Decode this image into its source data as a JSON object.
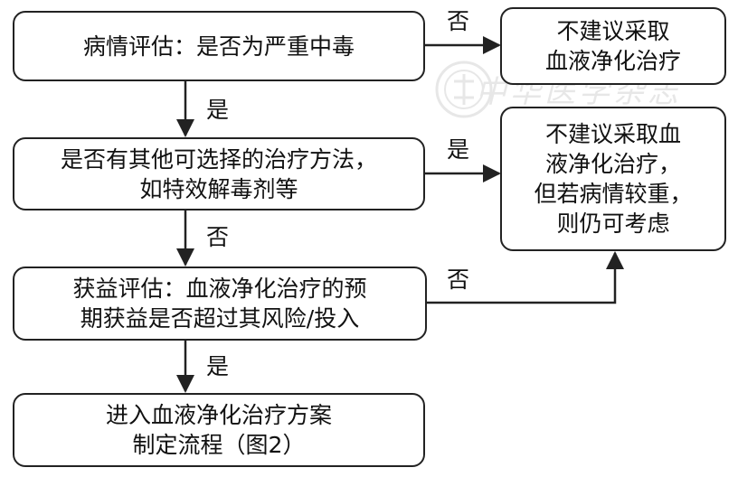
{
  "watermark": {
    "text": "中华医学杂志"
  },
  "nodes": {
    "assess": {
      "lines": [
        "病情评估：是否为严重中毒"
      ]
    },
    "no_blood1": {
      "lines": [
        "不建议采取",
        "血液净化治疗"
      ]
    },
    "alt_treatment": {
      "lines": [
        "是否有其他可选择的治疗方法，",
        "如特效解毒剂等"
      ]
    },
    "no_blood2": {
      "lines": [
        "不建议采取血",
        "液净化治疗，",
        "但若病情较重，",
        "则仍可考虑"
      ]
    },
    "benefit": {
      "lines": [
        "获益评估：血液净化治疗的预",
        "期获益是否超过其风险/投入"
      ]
    },
    "enter": {
      "lines": [
        "进入血液净化治疗方案",
        "制定流程（图2）"
      ]
    }
  },
  "edges": {
    "assess_no": "否",
    "assess_yes": "是",
    "alt_yes": "是",
    "alt_no": "否",
    "benefit_no": "否",
    "benefit_yes": "是"
  }
}
